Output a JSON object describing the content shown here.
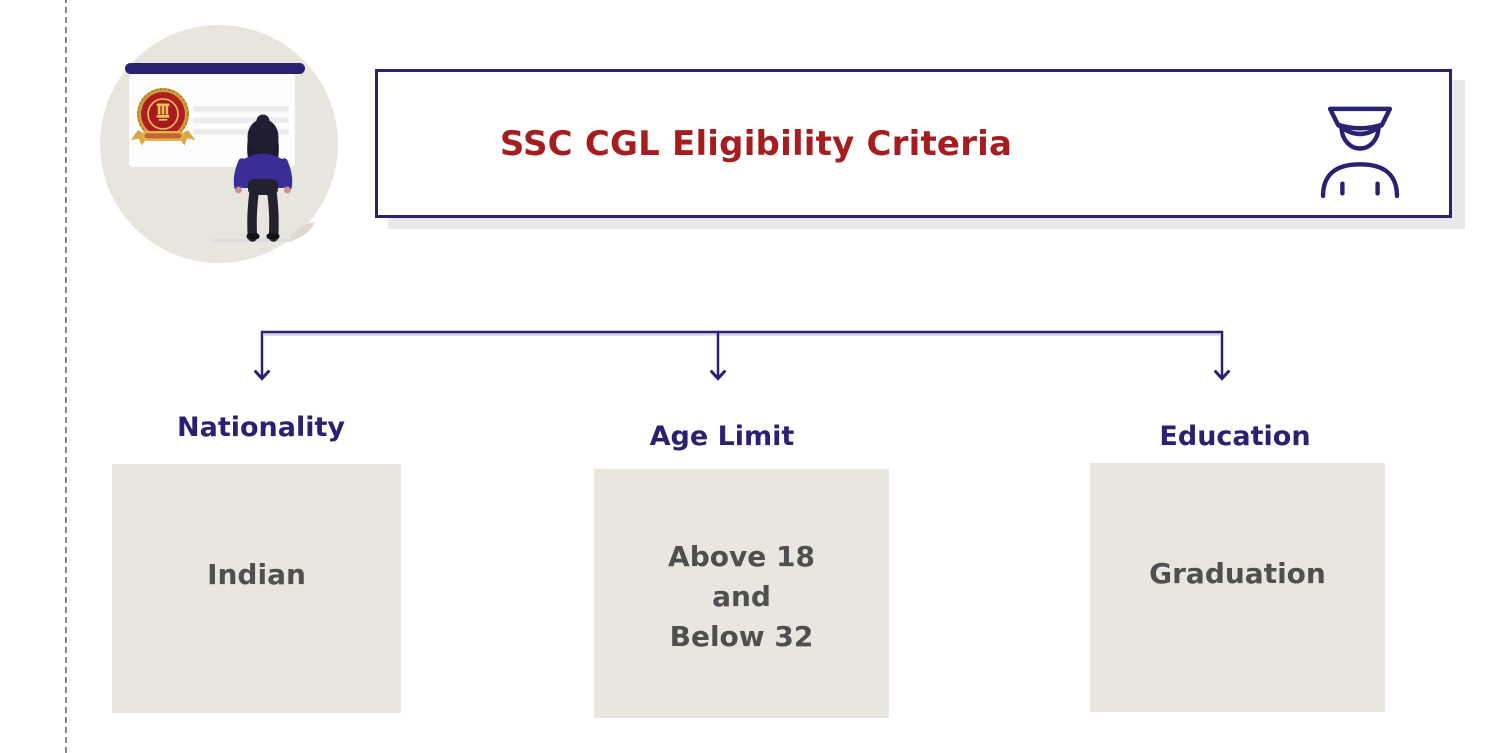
{
  "banner": {
    "title": "SSC CGL Eligibility Criteria",
    "icon": "police-officer-icon"
  },
  "criteria": [
    {
      "label": "Nationality",
      "value_lines": [
        "Indian"
      ]
    },
    {
      "label": "Age Limit",
      "value_lines": [
        "Above 18",
        "and",
        "Below 32"
      ]
    },
    {
      "label": "Education",
      "value_lines": [
        "Graduation"
      ]
    }
  ],
  "illustration": {
    "icons": [
      "notice-board-icon",
      "ssc-emblem-icon",
      "woman-viewer-icon"
    ]
  },
  "colors": {
    "navy": "#2A2170",
    "title_red": "#A61D20",
    "box_background": "#E9E6E0",
    "box_text": "#4F4F4F",
    "circle_background": "#E8E5DF",
    "dashed_line": "#8C8C8C",
    "emblem_red": "#B01D20",
    "emblem_gold": "#CE9E3E"
  }
}
